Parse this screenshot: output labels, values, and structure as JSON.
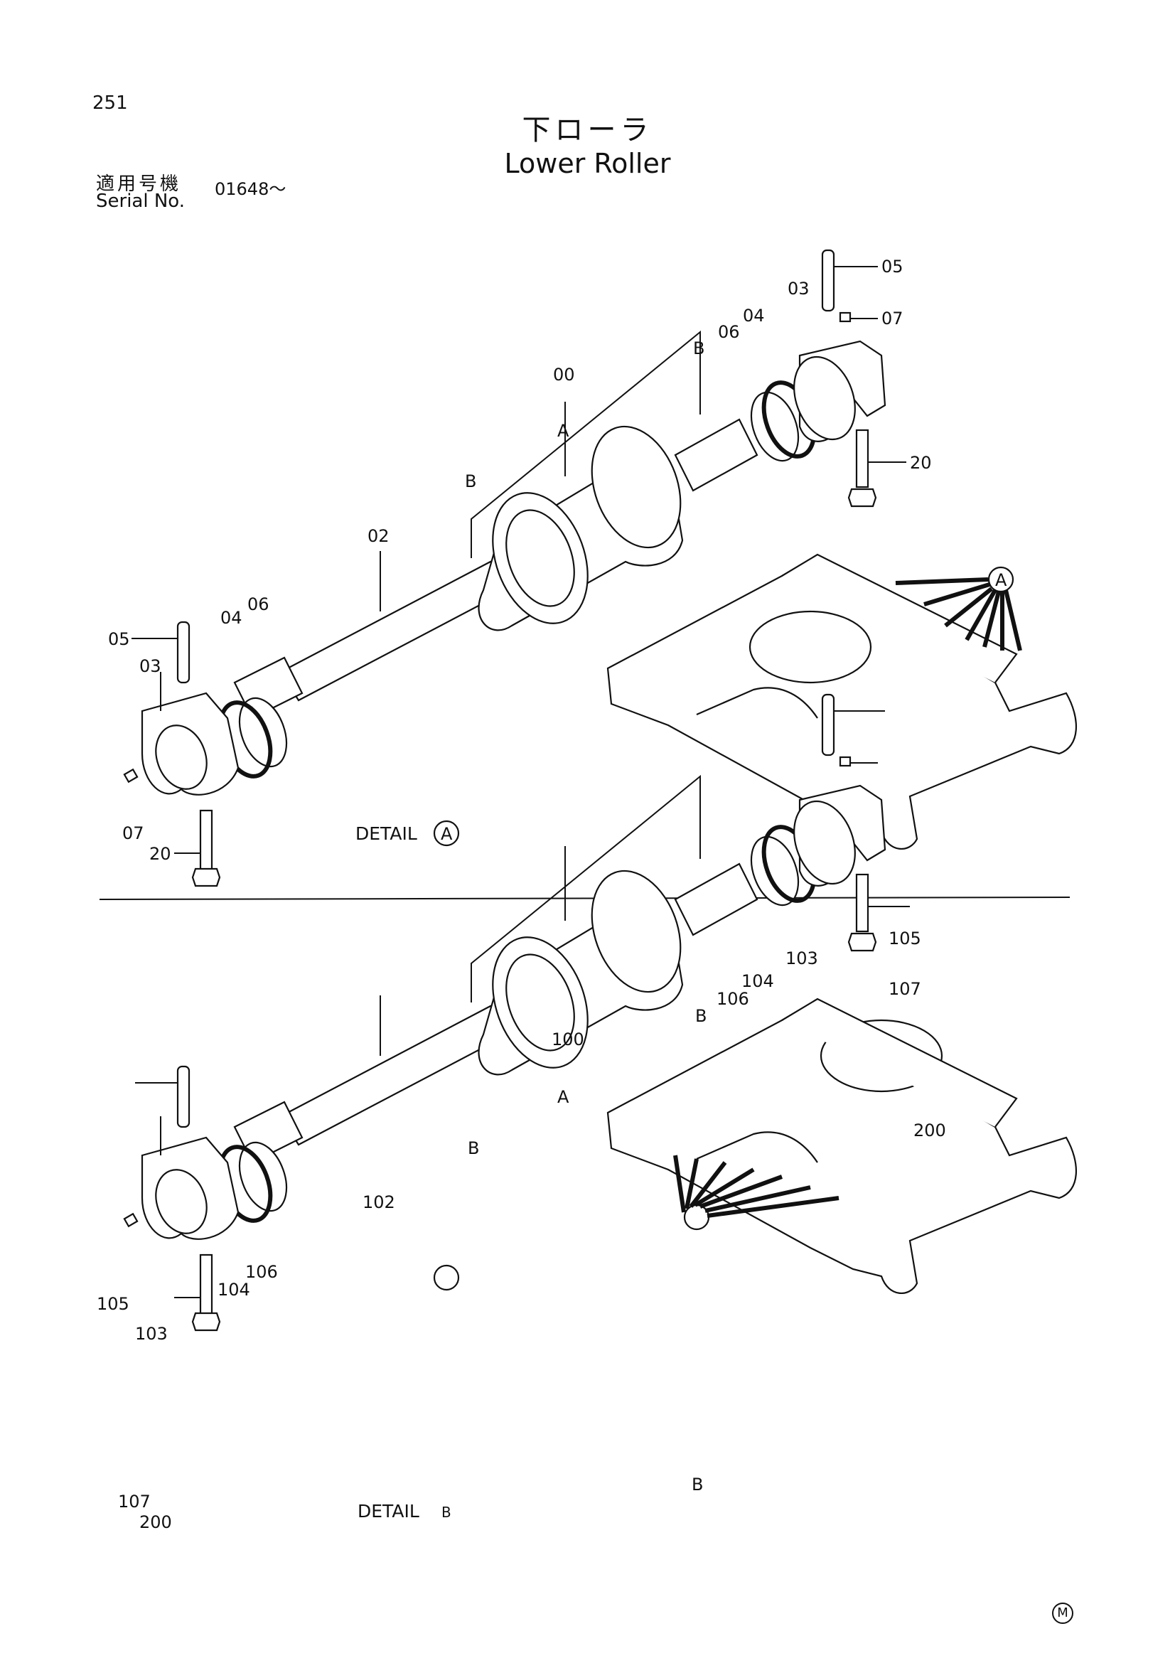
{
  "header": {
    "page_number": "251",
    "title_jp": "下ローラ",
    "title_en": "Lower Roller",
    "serial_label_jp": "適用号機",
    "serial_label_en": "Serial No.",
    "serial_value": "01648～"
  },
  "detail_a": {
    "caption": "DETAIL",
    "marker": "A",
    "labels": {
      "p05_top": "05",
      "p07_top": "07",
      "p03_top": "03",
      "p04_top": "04",
      "p06_top": "06",
      "p20_top": "20",
      "pB_right": "B",
      "p00": "00",
      "pA": "A",
      "pB_left": "B",
      "p02": "02",
      "p05_left": "05",
      "p04_left": "04",
      "p06_left": "06",
      "p03_left": "03",
      "p07_left": "07",
      "p20_left": "20",
      "marker_frame": "A"
    }
  },
  "detail_b": {
    "caption": "DETAIL",
    "marker": "B",
    "labels": {
      "p105_top": "105",
      "p107_top": "107",
      "p103_top": "103",
      "p104_top": "104",
      "p106_top": "106",
      "p200_top": "200",
      "pB_right": "B",
      "p100": "100",
      "pA": "A",
      "pB_left": "B",
      "p102": "102",
      "p105_left": "105",
      "p104_left": "104",
      "p106_left": "106",
      "p103_left": "103",
      "p107_left": "107",
      "p200_left": "200",
      "marker_frame": "B"
    }
  },
  "footer": {
    "mark": "M"
  }
}
